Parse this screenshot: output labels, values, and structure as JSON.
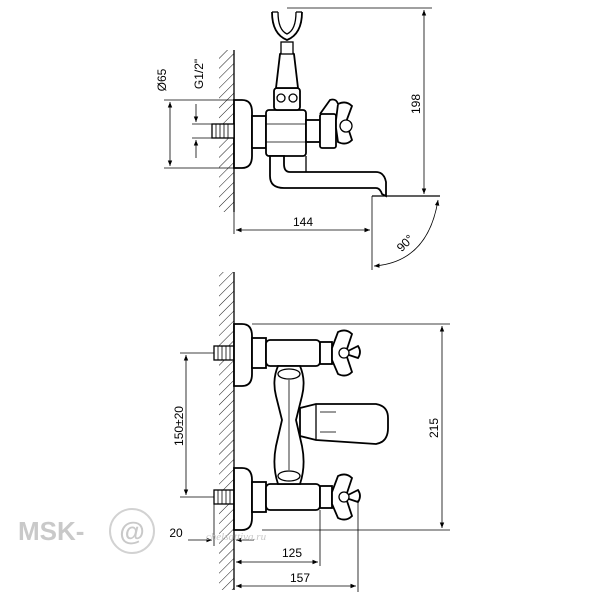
{
  "drawing": {
    "top_view": {
      "dim_diameter": "Ø65",
      "dim_thread": "G1/2\"",
      "dim_height": "198",
      "dim_spout_length": "144",
      "dim_angle": "90°"
    },
    "front_view": {
      "dim_center_distance": "150±20",
      "dim_total_height": "215",
      "dim_wall_offset": "20",
      "dim_depth": "125",
      "dim_total_depth": "157"
    },
    "watermark": {
      "brand": "MSK-",
      "at_sign": "@",
      "site": "chelsattiva.ru"
    }
  }
}
